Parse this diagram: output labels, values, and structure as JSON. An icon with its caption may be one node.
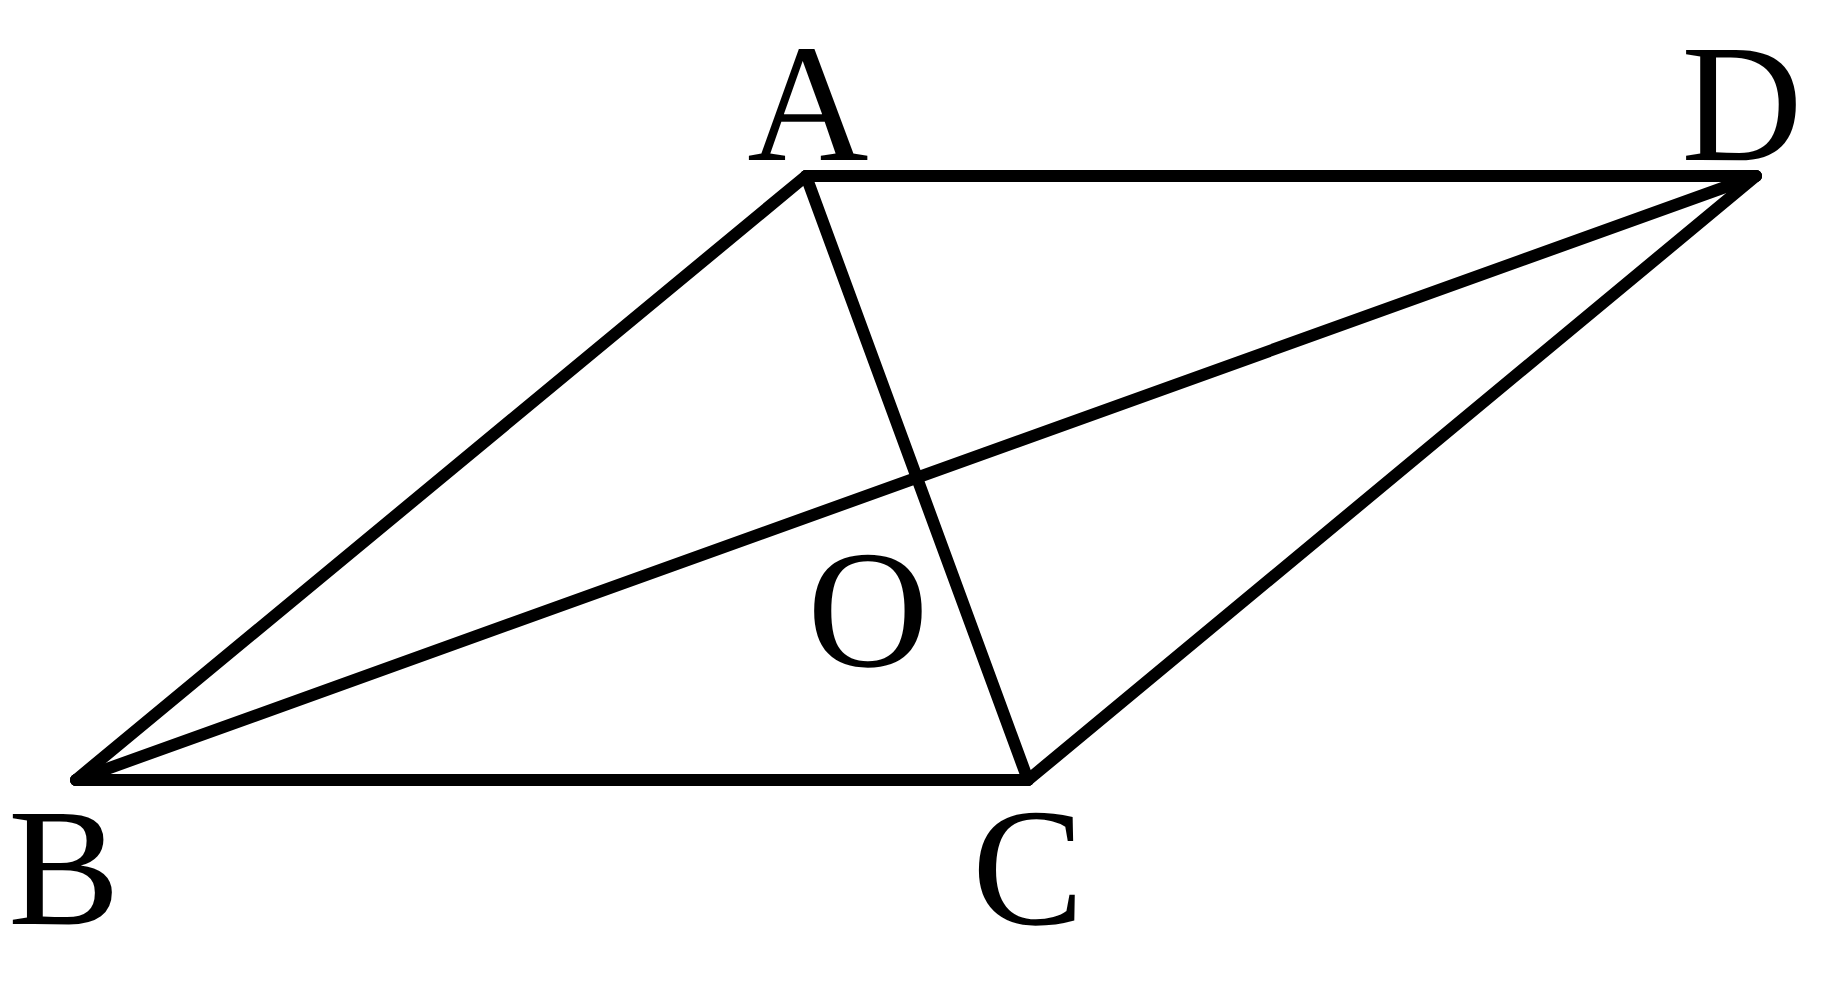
{
  "diagram": {
    "nodes": [
      {
        "text": [
          "A"
        ]
      },
      {
        "text": [
          "D"
        ]
      },
      {
        "text": [
          "B"
        ]
      },
      {
        "text": [
          "C"
        ]
      }
    ],
    "edges": [
      {
        "from": 0,
        "to": 1,
        "arrow": "none"
      },
      {
        "from": 0,
        "to": 2,
        "arrow": "none"
      },
      {
        "from": 2,
        "to": 3,
        "arrow": "none"
      },
      {
        "from": 3,
        "to": 1,
        "arrow": "none"
      },
      {
        "from": 0,
        "to": 3,
        "arrow": "none"
      },
      {
        "from": 2,
        "to": 1,
        "arrow": "none"
      }
    ],
    "labels": [
      "O"
    ]
  }
}
